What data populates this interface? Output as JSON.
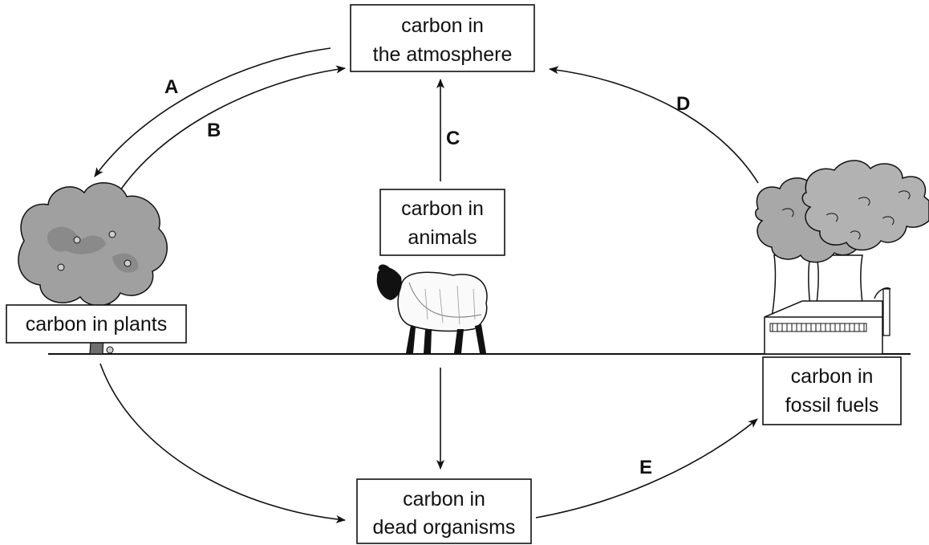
{
  "boxes": {
    "atmosphere": {
      "line1": "carbon in",
      "line2": "the atmosphere"
    },
    "animals": {
      "line1": "carbon in",
      "line2": "animals"
    },
    "plants": {
      "line1": "carbon in plants"
    },
    "fossil": {
      "line1": "carbon in",
      "line2": "fossil fuels"
    },
    "dead": {
      "line1": "carbon in",
      "line2": "dead organisms"
    }
  },
  "arrow_labels": {
    "a": "A",
    "b": "B",
    "c": "C",
    "d": "D",
    "e": "E"
  },
  "colors": {
    "ink": "#111111",
    "foliage": "#9a9a9a",
    "smoke": "#a8a8a8",
    "background": "#ffffff"
  },
  "icons": [
    "tree-icon",
    "sheep-icon",
    "factory-icon",
    "smoke-icon"
  ]
}
